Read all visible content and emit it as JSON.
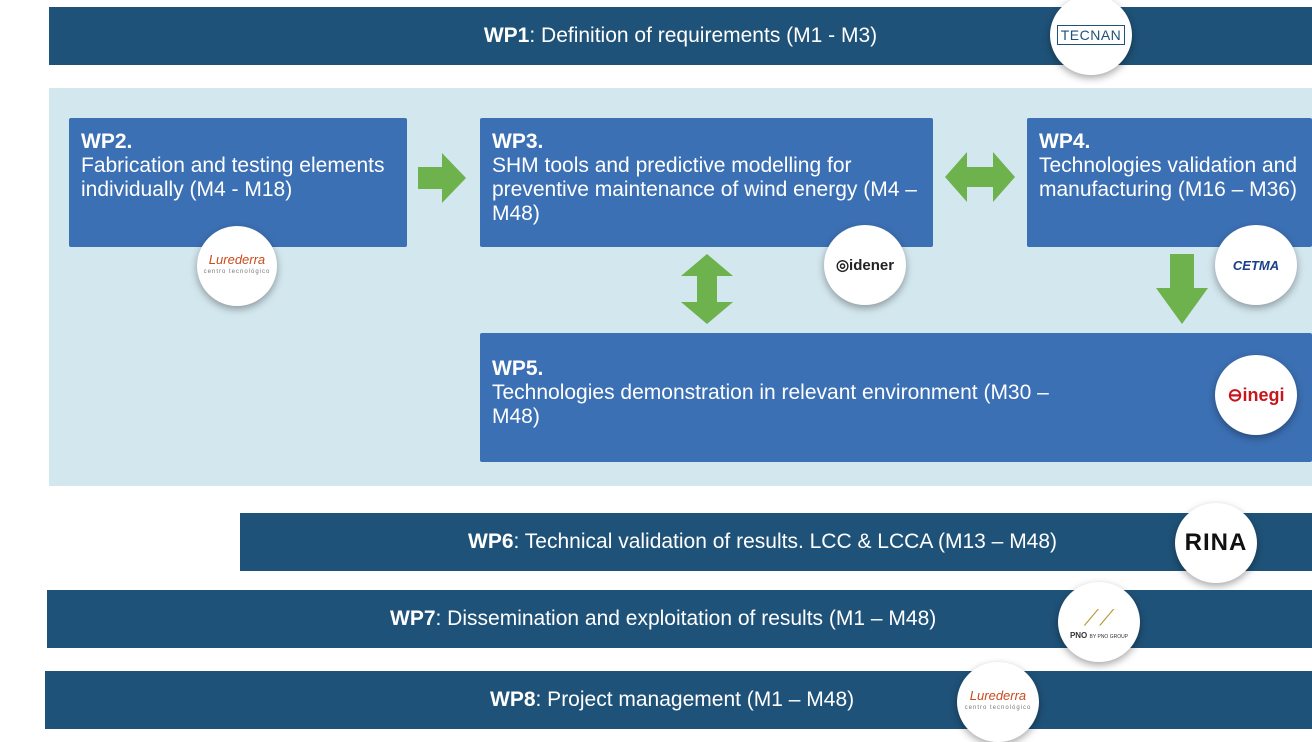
{
  "wp1": {
    "code": "WP1",
    "text": ": Definition of requirements (M1 - M3)",
    "logo": "TECNAN"
  },
  "wp2": {
    "code": "WP2.",
    "text": "Fabrication and testing elements individually (M4 - M18)",
    "logo": "Lurederra",
    "logo_sub": "centro tecnológico"
  },
  "wp3": {
    "code": "WP3.",
    "text": "SHM tools and predictive modelling for preventive maintenance of wind energy (M4 – M48)",
    "logo": "idener"
  },
  "wp4": {
    "code": "WP4.",
    "text": "Technologies validation and manufacturing (M16 – M36)",
    "logo": "CETMA"
  },
  "wp5": {
    "code": "WP5.",
    "text": "Technologies demonstration in relevant environment (M30 – M48)",
    "logo": "inegi"
  },
  "wp6": {
    "code": "WP6",
    "text": ": Technical validation of results. LCC & LCCA (M13 – M48)",
    "logo": "RINA"
  },
  "wp7": {
    "code": "WP7",
    "text": ": Dissemination and exploitation of results (M1 – M48)",
    "logo": "PNO",
    "logo_sub": "BY PNO GROUP"
  },
  "wp8": {
    "code": "WP8",
    "text": ": Project management (M1 – M48)",
    "logo": "Lurederra",
    "logo_sub": "centro tecnológico"
  },
  "colors": {
    "bar": "#1f5278",
    "panel": "#d3e7ee",
    "box": "#3c70b4",
    "arrow": "#6db24d"
  }
}
